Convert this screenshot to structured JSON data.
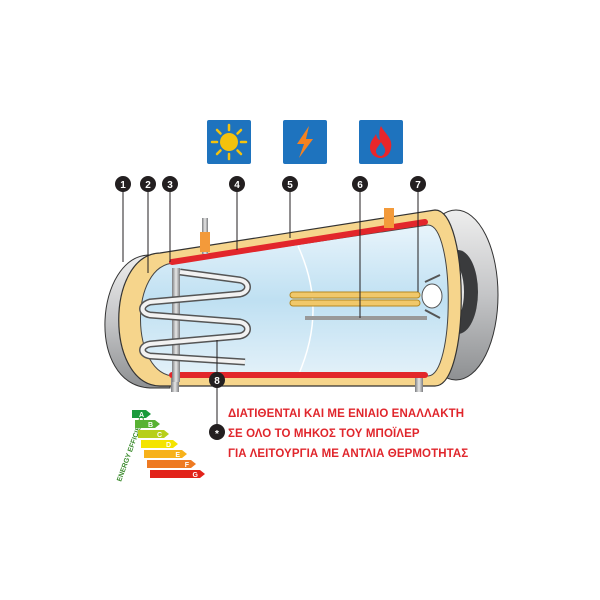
{
  "icons": [
    {
      "name": "sun-icon",
      "color": "#f4c20d"
    },
    {
      "name": "lightning-icon",
      "color": "#f58220"
    },
    {
      "name": "flame-icon",
      "color": "#e8262b"
    }
  ],
  "markers": [
    "1",
    "2",
    "3",
    "4",
    "5",
    "6",
    "7",
    "8"
  ],
  "special_marker": "*",
  "note_lines": [
    "ΔΙΑΤΙΘΕΝΤΑΙ ΚΑΙ ΜΕ ΕΝΙΑΙΟ ΕΝΑΛΛΑΚΤΗ",
    "ΣΕ ΟΛΟ ΤΟ ΜΗΚΟΣ ΤΟΥ ΜΠΟΪΛΕΡ",
    "ΓΙΑ ΛΕΙΤΟΥΡΓΙΑ ΜΕ ΑΝΤΛΙΑ ΘΕΡΜΟΤΗΤΑΣ"
  ],
  "energy_label": {
    "text": "ENERGY EFFICIENCY",
    "grades": [
      "A",
      "B",
      "C",
      "D",
      "E",
      "F",
      "G"
    ],
    "colors": [
      "#1a9a3c",
      "#58b233",
      "#b7cf1a",
      "#f4e400",
      "#f7b21b",
      "#ee7a22",
      "#e2231a"
    ]
  },
  "colors": {
    "insulation": "#f6d58c",
    "shell": "#c9cacc",
    "water": "#cfe8f5",
    "heating_band": "#e2262b",
    "marker": "#231f20",
    "note": "#e0262c",
    "icon_background": "#1e73be"
  }
}
